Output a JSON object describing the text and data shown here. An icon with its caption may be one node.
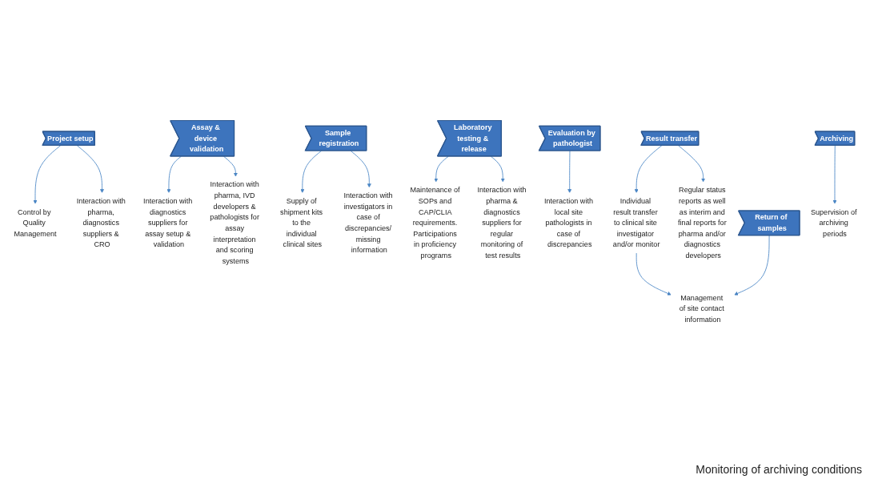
{
  "diagram": {
    "nodes": [
      {
        "text": [
          "Project setup"
        ]
      },
      {
        "text": [
          "Control by Quality Management"
        ]
      },
      {
        "text": [
          "Interaction with pharma, diagnostics suppliers & CRO"
        ]
      },
      {
        "text": [
          "Assay & device validation"
        ]
      },
      {
        "text": [
          "Interaction with diagnostics suppliers for assay setup & validation"
        ]
      },
      {
        "text": [
          "Interaction with pharma, IVD developers & pathologists for assay interpretation and scoring systems"
        ]
      },
      {
        "text": [
          "Sample registration"
        ]
      },
      {
        "text": [
          "Supply of shipment kits to the individual clinical sites"
        ]
      },
      {
        "text": [
          "Interaction with investigators in case of discrepancies/ missing information"
        ]
      },
      {
        "text": [
          "Laboratory testing & release"
        ]
      },
      {
        "text": [
          "Maintenance of SOPs and CAP/CLIA requirements. Participations in proficiency programs"
        ]
      },
      {
        "text": [
          "Interaction with pharma & diagnostics suppliers for regular monitoring of test results"
        ]
      },
      {
        "text": [
          "Evaluation by pathologist"
        ]
      },
      {
        "text": [
          "Interaction with local site pathologists in case of discrepancies"
        ]
      },
      {
        "text": [
          "Result transfer"
        ]
      },
      {
        "text": [
          "Individual result transfer to clinical site investigator and/or monitor"
        ]
      },
      {
        "text": [
          "Regular status reports as well as interim and final reports for pharma and/or diagnostics developers"
        ]
      },
      {
        "text": [
          "Return of samples"
        ]
      },
      {
        "text": [
          "Management of site contact information"
        ]
      },
      {
        "text": [
          "Archiving"
        ]
      },
      {
        "text": [
          "Supervision of archiving periods"
        ]
      }
    ],
    "edges": [
      {
        "from": 0,
        "to": 1,
        "arrow": "to"
      },
      {
        "from": 0,
        "to": 2,
        "arrow": "to"
      },
      {
        "from": 3,
        "to": 4,
        "arrow": "to"
      },
      {
        "from": 3,
        "to": 5,
        "arrow": "to"
      },
      {
        "from": 6,
        "to": 7,
        "arrow": "to"
      },
      {
        "from": 6,
        "to": 8,
        "arrow": "to"
      },
      {
        "from": 9,
        "to": 10,
        "arrow": "to"
      },
      {
        "from": 9,
        "to": 11,
        "arrow": "to"
      },
      {
        "from": 12,
        "to": 13,
        "arrow": "to"
      },
      {
        "from": 14,
        "to": 15,
        "arrow": "to"
      },
      {
        "from": 14,
        "to": 16,
        "arrow": "to"
      },
      {
        "from": 15,
        "to": 18,
        "arrow": "to"
      },
      {
        "from": 17,
        "to": 18,
        "arrow": "to"
      },
      {
        "from": 19,
        "to": 20,
        "arrow": "to"
      }
    ],
    "labels": [
      "Monitoring of archiving conditions"
    ]
  }
}
